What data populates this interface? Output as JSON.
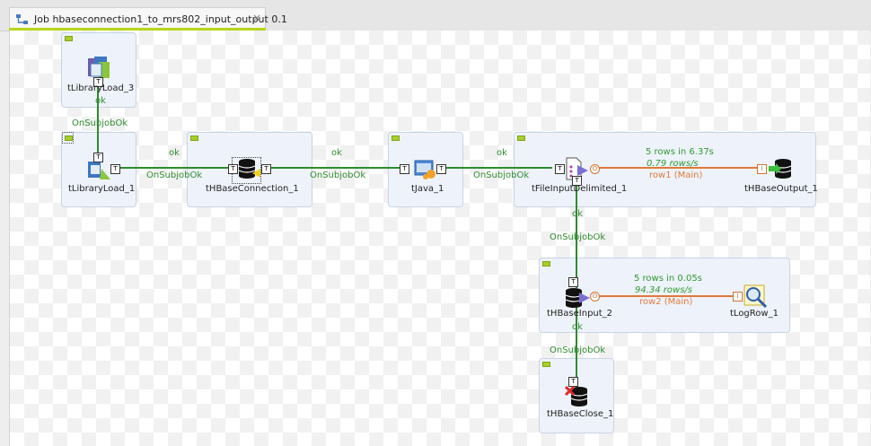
{
  "tab": {
    "title": "Job hbaseconnection1_to_mrs802_input_output 0.1",
    "close": "×"
  },
  "components": {
    "tLibraryLoad_3": "tLibraryLoad_3",
    "tLibraryLoad_1": "tLibraryLoad_1",
    "tHBaseConnection_1": "tHBaseConnection_1",
    "tJava_1": "tJava_1",
    "tFileInputDelimited_1": "tFileInputDelimited_1",
    "tHBaseOutput_1": "tHBaseOutput_1",
    "tHBaseInput_2": "tHBaseInput_2",
    "tLogRow_1": "tLogRow_1",
    "tHBaseClose_1": "tHBaseClose_1"
  },
  "links": {
    "ok": "ok",
    "on_subjob_ok": "OnSubjobOk",
    "row1": "row1 (Main)",
    "row2": "row2 (Main)"
  },
  "stats": {
    "row1_count": "5 rows in 6.37s",
    "row1_rate": "0.79 rows/s",
    "row2_count": "5 rows in 0.05s",
    "row2_rate": "94.34 rows/s"
  },
  "ports": {
    "trigger": "T",
    "output": "O",
    "input": "I"
  },
  "colors": {
    "trigger_link": "#2e8b2e",
    "main_link": "#e0783a",
    "tab_accent": "#b6d61d"
  }
}
